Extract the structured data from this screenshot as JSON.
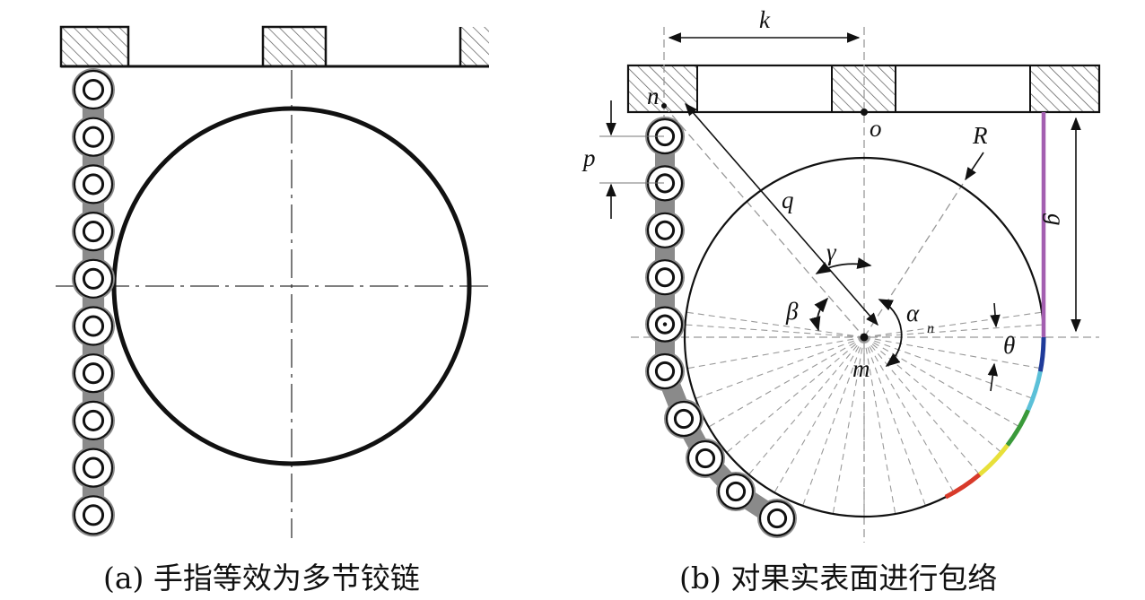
{
  "captions": {
    "a": "(a) 手指等效为多节铰链",
    "b": "(b) 对果实表面进行包络"
  },
  "labels": {
    "k": "k",
    "n": "n",
    "o": "o",
    "p": "p",
    "R": "R",
    "q": "q",
    "g": "g",
    "gamma": "γ",
    "beta": "β",
    "alpha": "α",
    "alpha_sub": "n",
    "theta": "θ",
    "m": "m"
  },
  "contact_segment_colors": [
    "#1f3b9a",
    "#5bc0d8",
    "#3a9a3a",
    "#e8e03a",
    "#d83a2a"
  ],
  "g_link_color": "#a35fb0"
}
